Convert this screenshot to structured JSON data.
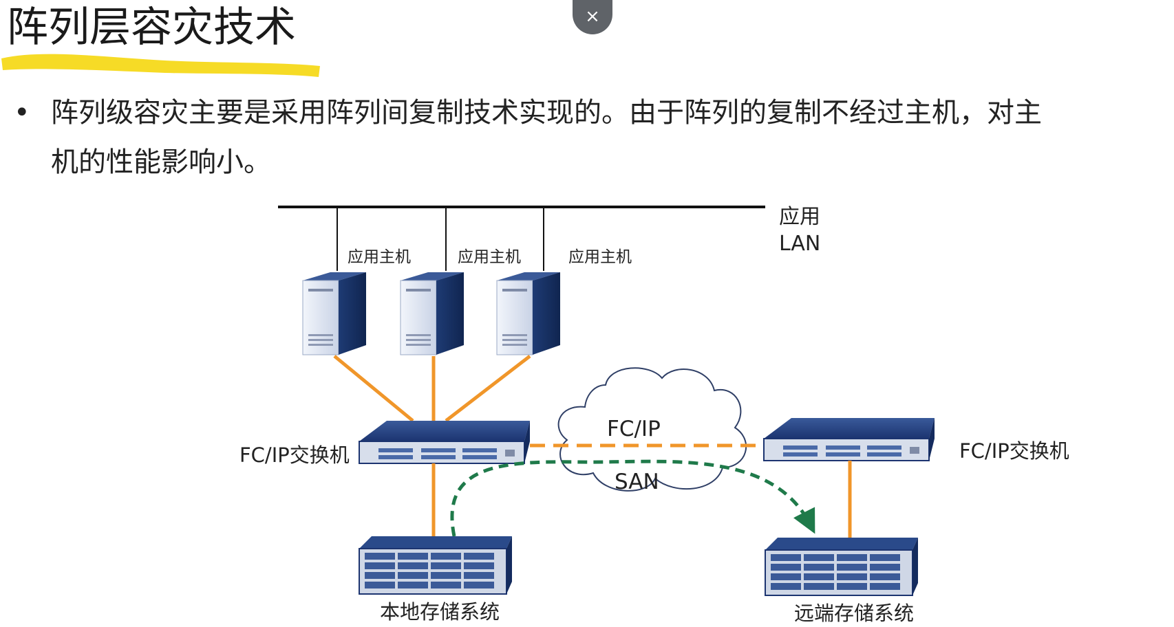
{
  "title": "阵列层容灾技术",
  "close_button_label": "×",
  "bullet": {
    "line1": "阵列级容灾主要是采用阵列间复制技术实现的。由于阵列的复制不经过主机，对主",
    "line2": "机的性能影响小。"
  },
  "diagram": {
    "lan_label_line1": "应用",
    "lan_label_line2": "LAN",
    "hosts": [
      "应用主机",
      "应用主机",
      "应用主机"
    ],
    "left_switch_label": "FC/IP交换机",
    "right_switch_label": "FC/IP交换机",
    "cloud_label_top": "FC/IP",
    "cloud_label_bottom": "SAN",
    "local_storage_label": "本地存储系统",
    "remote_storage_label": "远端存储系统"
  },
  "colors": {
    "highlight": "#f5d500",
    "link_orange": "#f0962a",
    "replication_green": "#1f7a4a",
    "server_blue": "#1f3f7a",
    "close_button": "#5f6368"
  }
}
